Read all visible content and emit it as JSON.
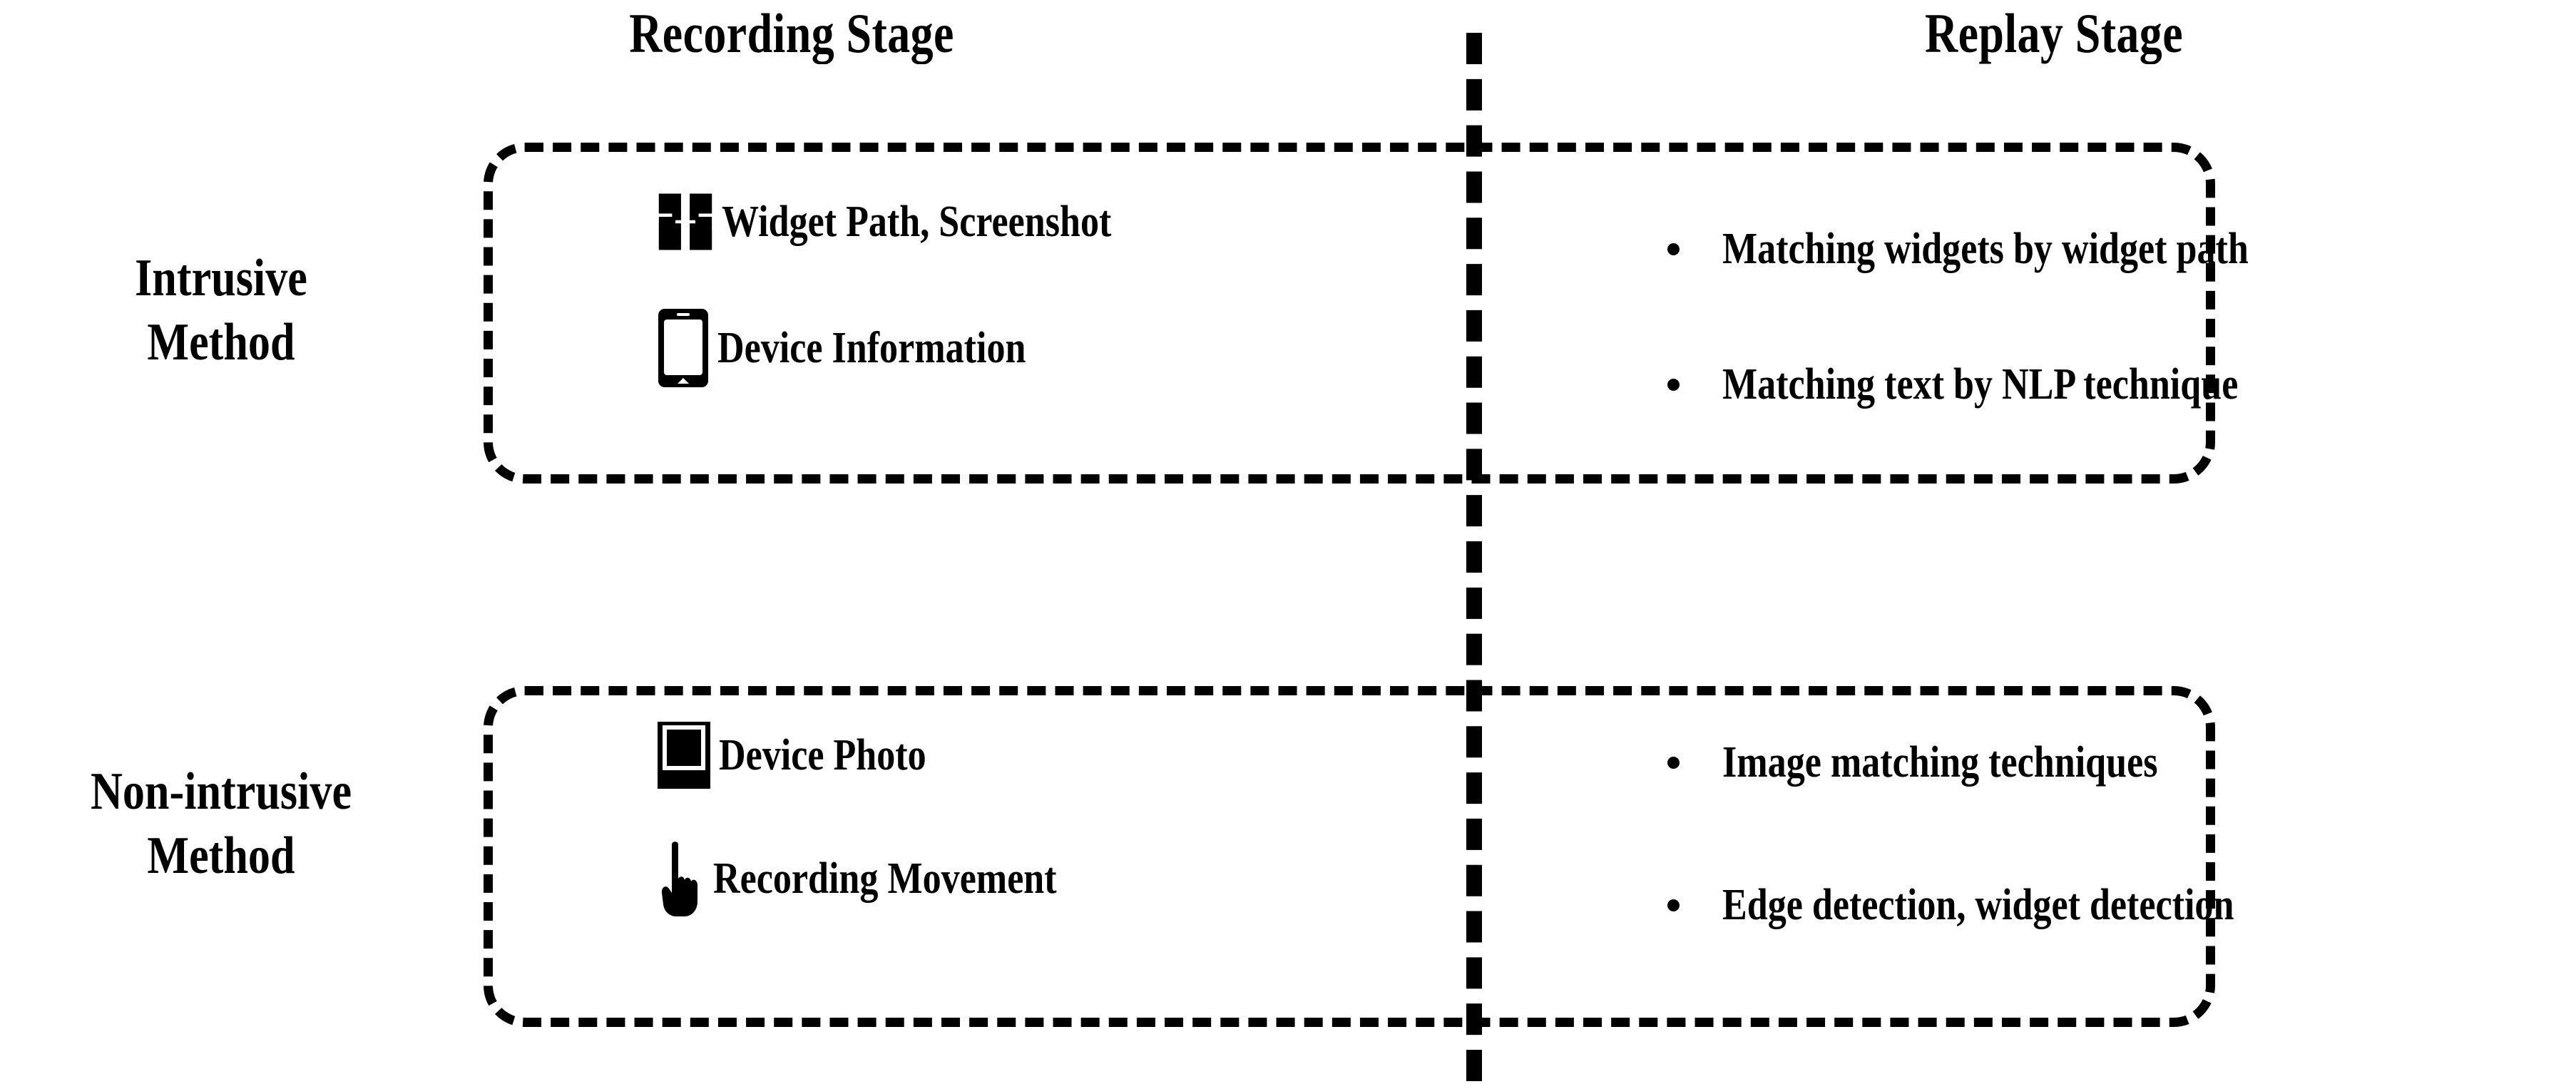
{
  "figure": {
    "title": "Intrusive vs Non-intrusive record-and-replay methods",
    "accent_color": "#000000",
    "background_color": "#ffffff"
  },
  "columns": {
    "recording": {
      "label": "Recording Stage"
    },
    "replay": {
      "label": "Replay Stage"
    }
  },
  "rows": [
    {
      "id": "intrusive",
      "label_line1": "Intrusive",
      "label_line2": "Method",
      "recording_items": [
        {
          "icon": "widget-grid-icon",
          "label": "Widget Path, Screenshot"
        },
        {
          "icon": "smartphone-icon",
          "label": "Device Information"
        }
      ],
      "replay_items": [
        {
          "bullet": "•",
          "label": "Matching widgets by widget path"
        },
        {
          "bullet": "•",
          "label": "Matching text by NLP technique"
        }
      ]
    },
    {
      "id": "non-intrusive",
      "label_line1": "Non-intrusive",
      "label_line2": "Method",
      "recording_items": [
        {
          "icon": "photo-frame-icon",
          "label": "Device Photo"
        },
        {
          "icon": "pointing-hand-icon",
          "label": "Recording Movement"
        }
      ],
      "replay_items": [
        {
          "bullet": "•",
          "label": "Image matching techniques"
        },
        {
          "bullet": "•",
          "label": "Edge detection, widget detection"
        }
      ]
    }
  ]
}
